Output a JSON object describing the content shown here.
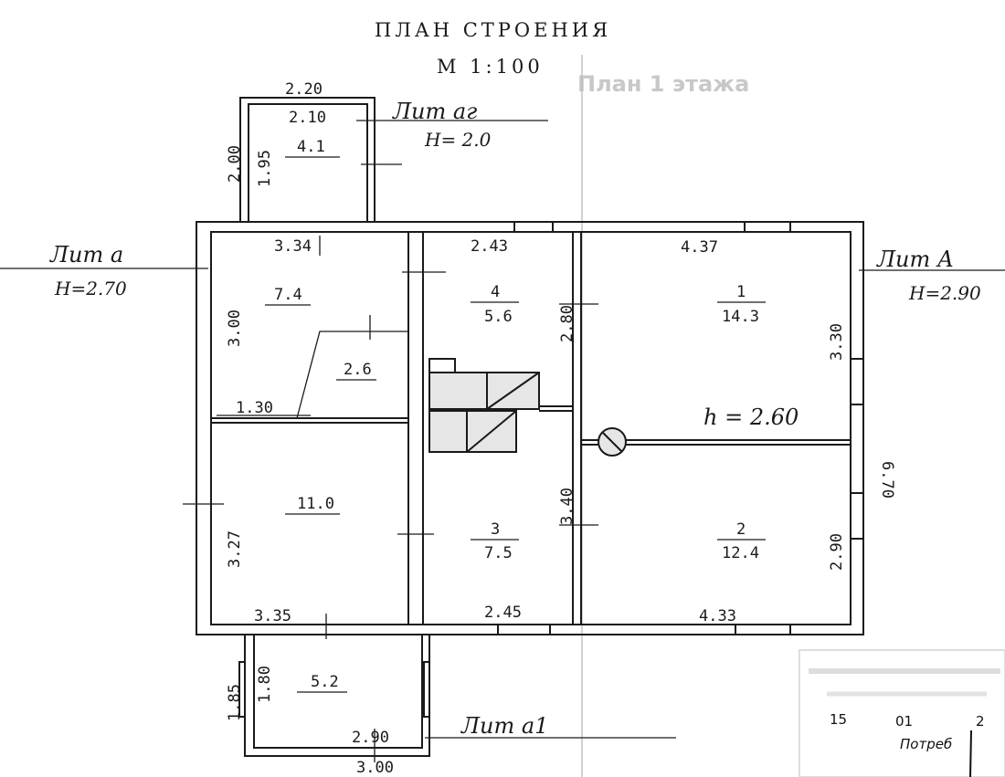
{
  "header": {
    "title": "ПЛАН СТРОЕНИЯ",
    "scale": "М 1:100",
    "stamp_overlay": "План 1 этажа"
  },
  "letters": {
    "lit_a_g": "Лит аг",
    "lit_a_g_height": "Н= 2.0",
    "lit_a": "Лит а",
    "lit_a_height": "Н=2.70",
    "lit_A": "Лит А",
    "lit_A_height": "Н=2.90",
    "lit_a1": "Лит а1"
  },
  "dimensions": [
    "2.20",
    "2.10",
    "2.00",
    "1.95",
    "3.34",
    "3.00",
    "1.30",
    "3.27",
    "3.35",
    "2.43",
    "2.80",
    "3.40",
    "2.45",
    "4.37",
    "3.30",
    "6.70",
    "2.90",
    "4.33",
    "1.85",
    "1.80",
    "2.90",
    "3.00"
  ],
  "rooms": [
    {
      "number": "",
      "area": "4.1"
    },
    {
      "number": "",
      "area": "7.4"
    },
    {
      "number": "",
      "area": "2.6"
    },
    {
      "number": "",
      "area": "11.0"
    },
    {
      "number": "4",
      "area": "5.6"
    },
    {
      "number": "3",
      "area": "7.5"
    },
    {
      "number": "1",
      "area": "14.3"
    },
    {
      "number": "2",
      "area": "12.4"
    },
    {
      "number": "",
      "area": "5.2"
    }
  ],
  "ceiling_height": "h = 2.60",
  "stamp": {
    "day": "15",
    "month": "01",
    "year": "2",
    "signature": "Потреб"
  }
}
